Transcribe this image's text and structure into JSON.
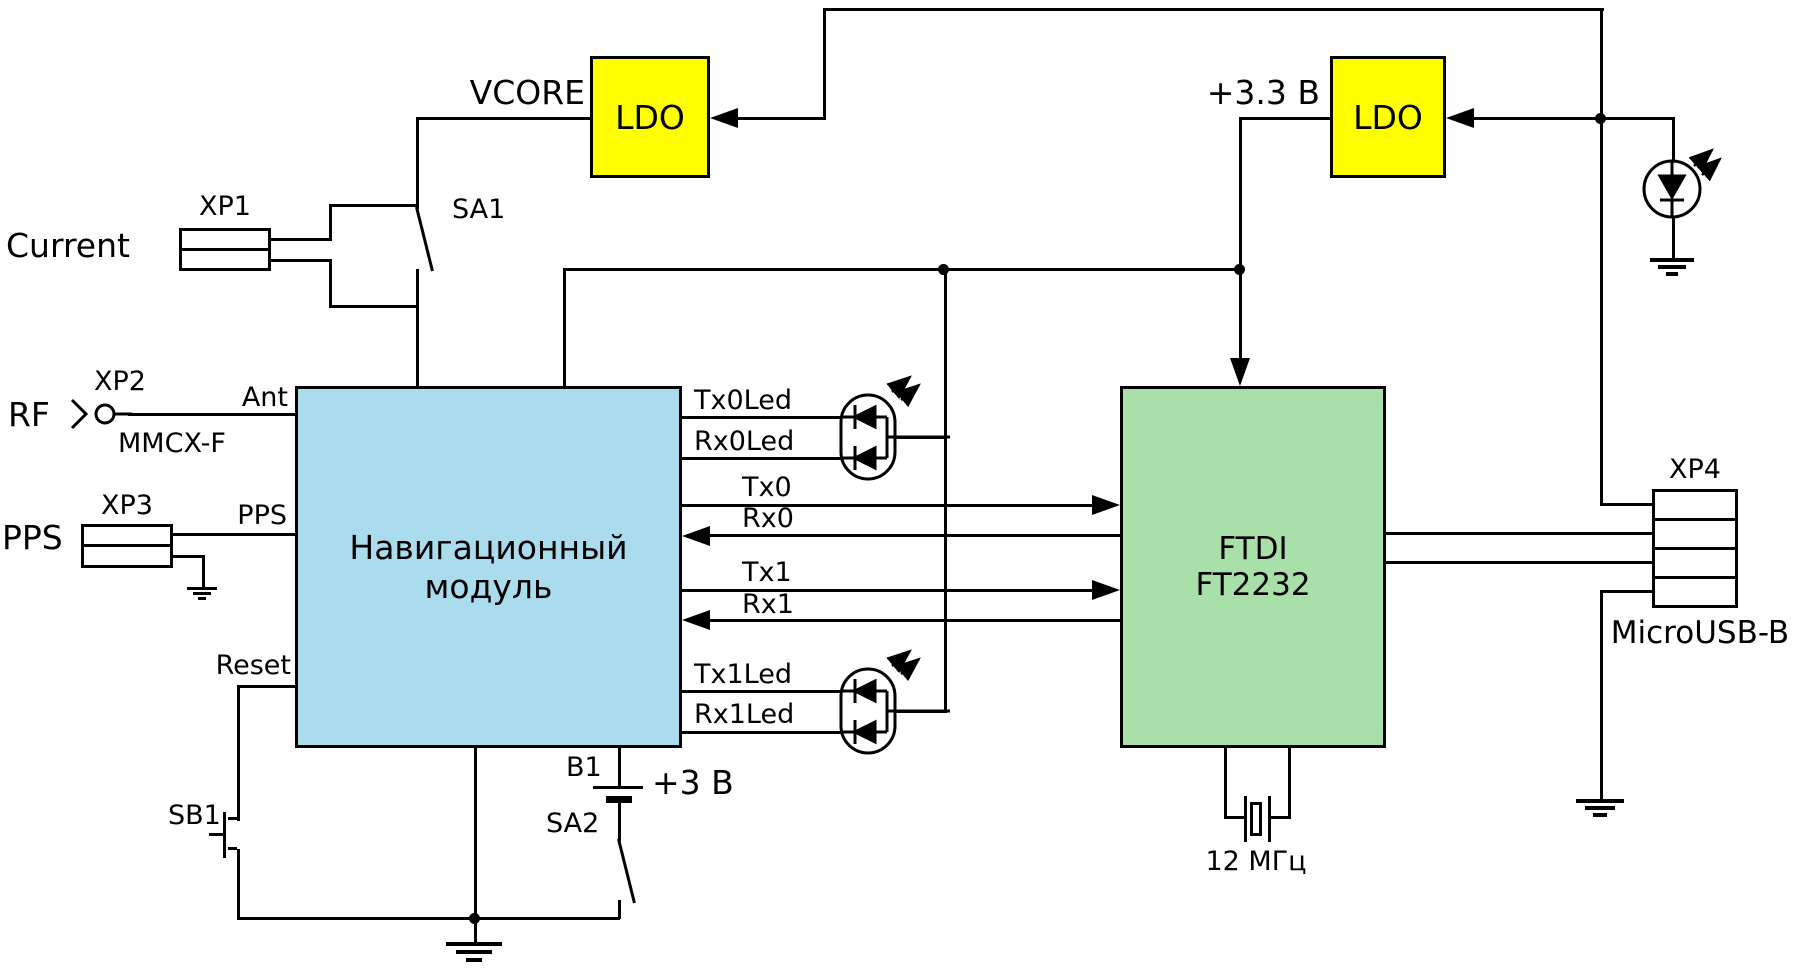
{
  "blocks": {
    "nav_module": {
      "line1": "Навигационный",
      "line2": "модуль",
      "color": "#aadcee"
    },
    "ftdi": {
      "line1": "FTDI",
      "line2": "FT2232",
      "color": "#a9dfa9"
    },
    "ldo_left": {
      "label": "LDO",
      "color": "#ffff00"
    },
    "ldo_right": {
      "label": "LDO",
      "color": "#ffff00"
    }
  },
  "power_labels": {
    "vcore": "VCORE",
    "v33": "+3.3 В"
  },
  "refs": {
    "xp1": "XP1",
    "xp2": "XP2",
    "xp3": "XP3",
    "xp4": "XP4",
    "sa1": "SA1",
    "sa2": "SA2",
    "sb1": "SB1",
    "b1": "B1"
  },
  "connector_labels": {
    "current": "Current",
    "rf": "RF",
    "mmcx": "MMCX-F",
    "pps": "PPS",
    "microusb": "MicroUSB-B"
  },
  "pins": {
    "ant": "Ant",
    "pps": "PPS",
    "reset": "Reset"
  },
  "signals": {
    "tx0led": "Tx0Led",
    "rx0led": "Rx0Led",
    "tx0": "Tx0",
    "rx0": "Rx0",
    "tx1": "Tx1",
    "rx1": "Rx1",
    "tx1led": "Tx1Led",
    "rx1led": "Rx1Led"
  },
  "battery": {
    "voltage": "+3 В"
  },
  "crystal": {
    "label": "12 МГц"
  }
}
